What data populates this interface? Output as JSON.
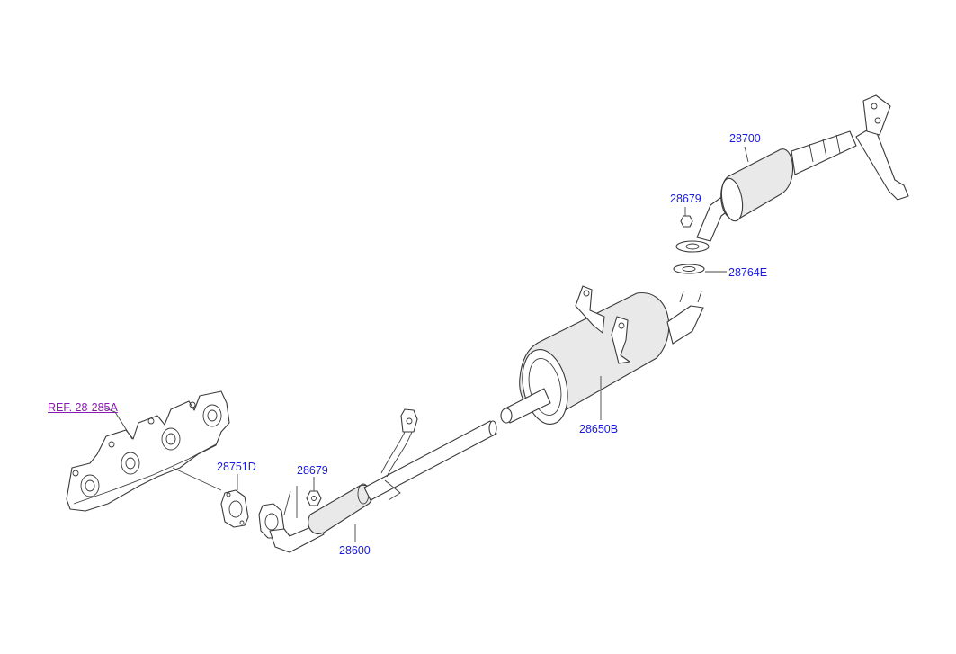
{
  "colors": {
    "callout": "#1a1ad8",
    "reference": "#8a1ab4",
    "line": "#3a3a3a"
  },
  "labels": {
    "ref_manifold": "REF. 28-285A",
    "gasket_front": "28751D",
    "nut_front": "28679",
    "front_pipe": "28600",
    "center_muffler": "28650B",
    "rear_gasket": "28764E",
    "nut_rear": "28679",
    "rear_muffler": "28700"
  }
}
